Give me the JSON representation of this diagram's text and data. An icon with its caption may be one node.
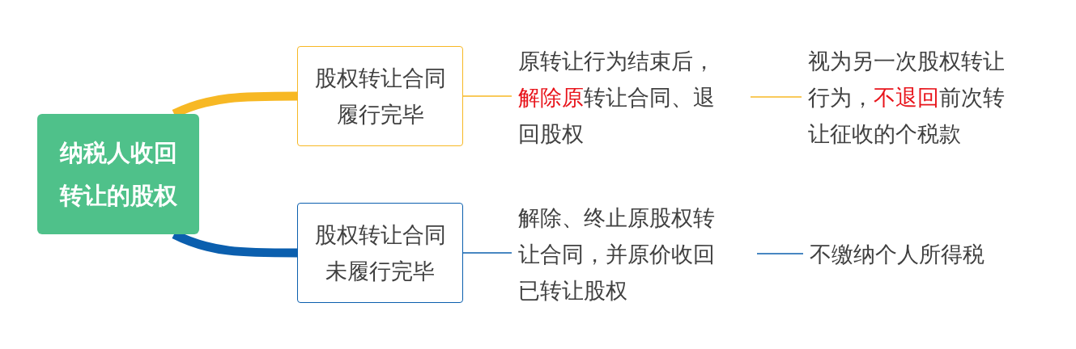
{
  "diagram": {
    "nodes": [
      {
        "text": [
          "纳税人收回转让的股权"
        ]
      },
      {
        "text": [
          "股权转让合同履行完毕"
        ]
      },
      {
        "text": [
          "原转让行为结束后，**解除原**转让合同、退回股权"
        ]
      },
      {
        "text": [
          "视为另一次股权转让行为，**不退回**前次转让征收的个税款"
        ]
      },
      {
        "text": [
          "股权转让合同未履行完毕"
        ]
      },
      {
        "text": [
          "解除、终止原股权转让合同，并原价收回已转让股权"
        ]
      },
      {
        "text": [
          "不缴纳个人所得税"
        ]
      }
    ],
    "edges": [
      {
        "from": 0,
        "to": 1,
        "arrow": "none",
        "style": "thick",
        "color": "#f7b824"
      },
      {
        "from": 1,
        "to": 2,
        "arrow": "none",
        "color": "#f7b824"
      },
      {
        "from": 2,
        "to": 3,
        "arrow": "none",
        "color": "#f7b824"
      },
      {
        "from": 0,
        "to": 4,
        "arrow": "none",
        "style": "thick",
        "color": "#0b5fae"
      },
      {
        "from": 4,
        "to": 5,
        "arrow": "none",
        "color": "#0b5fae"
      },
      {
        "from": 5,
        "to": 6,
        "arrow": "none",
        "color": "#0b5fae"
      }
    ]
  }
}
